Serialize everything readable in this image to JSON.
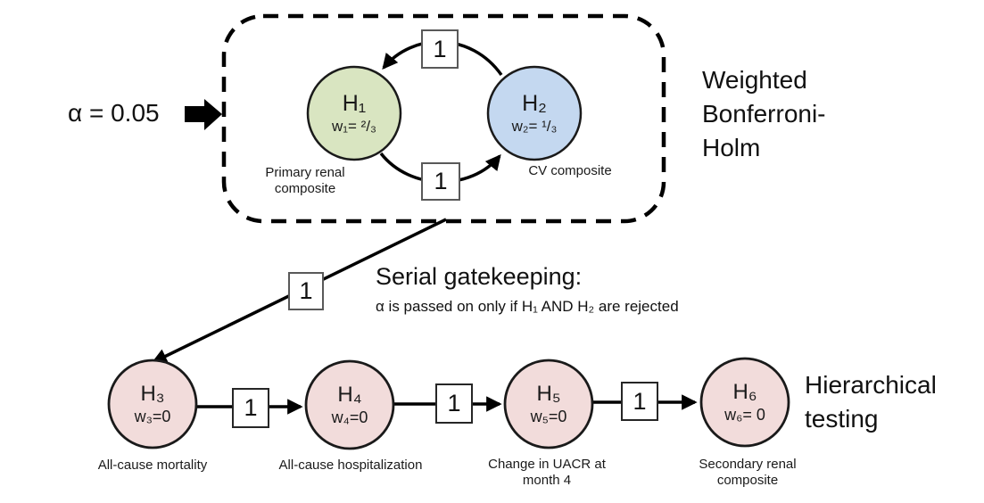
{
  "alpha_input": {
    "label": "α = 0.05",
    "arrow_icon": "right-block-arrow"
  },
  "bonferroni": {
    "title": "Weighted Bonferroni-Holm"
  },
  "gatekeeping": {
    "title": "Serial gatekeeping:",
    "subtitle": "α is passed on only if H₁ AND H₂ are rejected"
  },
  "hierarchical": {
    "title": "Hierarchical testing"
  },
  "nodes": {
    "h1": {
      "label": "H₁",
      "weight": "w₁= ²/₃",
      "caption": "Primary renal composite",
      "fill": "#d9e5c1"
    },
    "h2": {
      "label": "H₂",
      "weight": "w₂= ¹/₃",
      "caption": "CV composite",
      "fill": "#c4d8f0"
    },
    "h3": {
      "label": "H₃",
      "weight": "w₃=0",
      "caption": "All-cause mortality",
      "fill": "#f2dcdb"
    },
    "h4": {
      "label": "H₄",
      "weight": "w₄=0",
      "caption": "All-cause hospitalization",
      "fill": "#f2dcdb"
    },
    "h5": {
      "label": "H₅",
      "weight": "w₅=0",
      "caption": "Change in UACR at month 4",
      "fill": "#f2dcdb"
    },
    "h6": {
      "label": "H₆",
      "weight": "w₆= 0",
      "caption": "Secondary renal composite",
      "fill": "#f2dcdb"
    }
  },
  "edge_labels": {
    "h2_to_h1": "1",
    "h1_to_h2": "1",
    "gate_to_h3": "1",
    "h3_to_h4": "1",
    "h4_to_h5": "1",
    "h5_to_h6": "1"
  },
  "colors": {
    "line": "#000000",
    "node_stroke": "#1a1a1a",
    "loop_box_border": "#595959",
    "chain_box_border": "#262626"
  }
}
